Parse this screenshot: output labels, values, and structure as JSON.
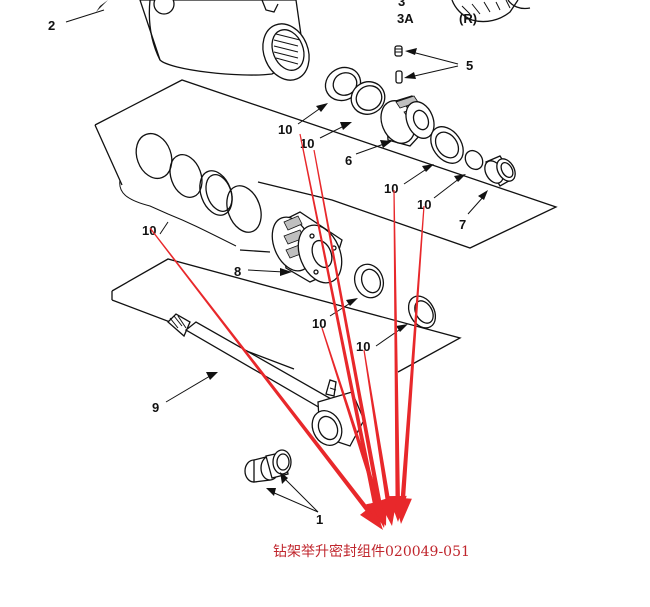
{
  "diagram": {
    "part_labels": {
      "p1": "1",
      "p2": "2",
      "p3a": "3A",
      "p3": "3",
      "pr": "(R)",
      "p5": "5",
      "p6": "6",
      "p7": "7",
      "p8": "8",
      "p9": "9",
      "p10a": "10",
      "p10b": "10",
      "p10c": "10",
      "p10d": "10",
      "p10e": "10",
      "p10f": "10",
      "p10g": "10"
    },
    "caption": "钻架举升密封组件020049-051",
    "annotation_color": "#e8282b"
  }
}
